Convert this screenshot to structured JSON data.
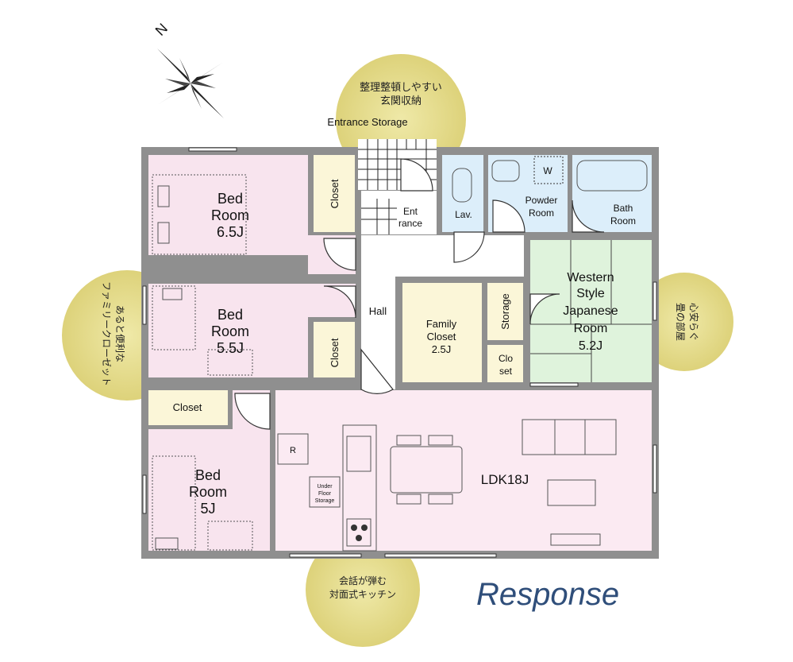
{
  "compass_letter": "N",
  "rooms": {
    "bed1": [
      "Bed",
      "Room",
      "6.5J"
    ],
    "bed2": [
      "Bed",
      "Room",
      "5.5J"
    ],
    "bed3": [
      "Bed",
      "Room",
      "5J"
    ],
    "closet_label": "Closet",
    "entrance": [
      "Ent",
      "rance"
    ],
    "lav": "Lav.",
    "powder": [
      "Powder",
      "Room"
    ],
    "w_mark": "W",
    "bath": [
      "Bath",
      "Room"
    ],
    "hall": "Hall",
    "family_closet": [
      "Family",
      "Closet",
      "2.5J"
    ],
    "storage": "Storage",
    "closet_small": [
      "Clo",
      "set"
    ],
    "western": [
      "Western",
      "Style",
      "Japanese",
      "Room",
      "5.2J"
    ],
    "ldk": "LDK18J",
    "under_floor": [
      "Under",
      "Floor",
      "Storage"
    ],
    "r_mark": "R"
  },
  "entrance_storage": "Entrance Storage",
  "callouts": {
    "top": [
      "整理整頓しやすい",
      "玄関収納"
    ],
    "left": [
      "あると便利な",
      "ファミリークローゼット"
    ],
    "right": [
      "心安らぐ",
      "畳の部屋"
    ],
    "bottom": [
      "会話が弾む",
      "対面式キッチン"
    ]
  },
  "brand": "Response",
  "colors": {
    "bedroom": "#f8e4ee",
    "ldk": "#fbeaf2",
    "closet": "#fbf6d8",
    "wet": "#dceefa",
    "tatami": "#dff3dc",
    "wall": "#8f8f8f",
    "callout": "#e7de8c",
    "brand": "#2f4e7a"
  }
}
